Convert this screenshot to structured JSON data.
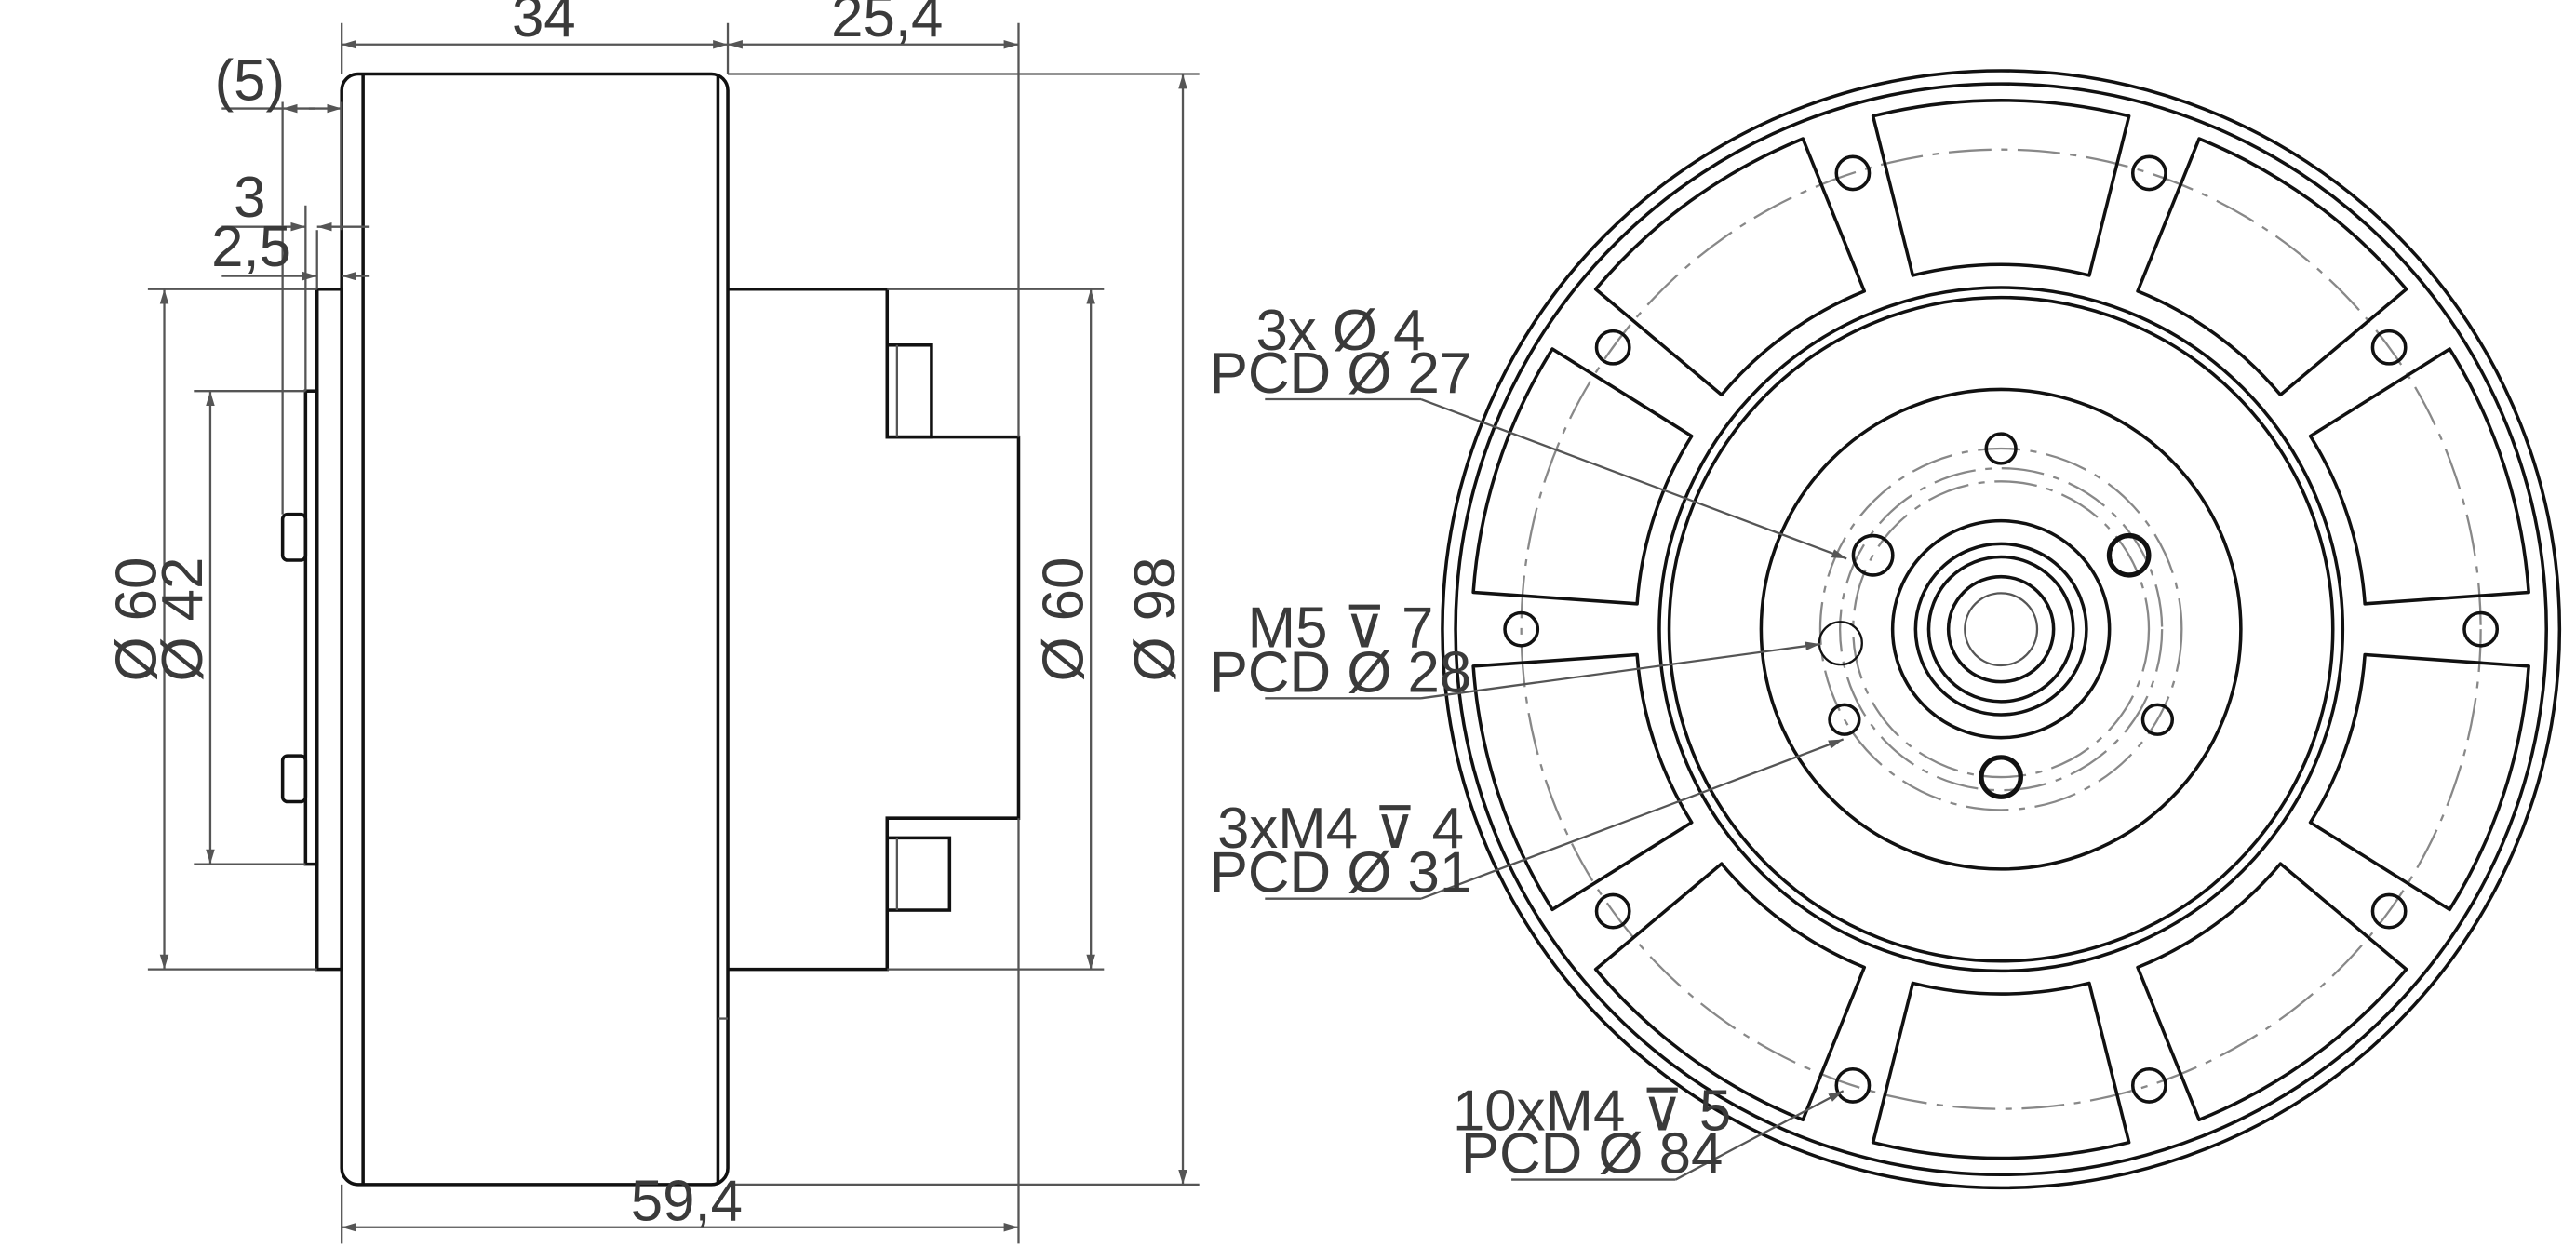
{
  "side_view": {
    "dims": {
      "d34": "34",
      "d25_4": "25,4",
      "d5": "(5)",
      "d3": "3",
      "d2_5": "2,5",
      "d60_left": "Ø 60",
      "d42": "Ø 42",
      "d60_right": "Ø 60",
      "d98": "Ø 98",
      "d59_4": "59,4"
    }
  },
  "front_view": {
    "callouts": {
      "holes_a": {
        "line1": "3x Ø 4",
        "line2": "PCD Ø 27"
      },
      "holes_b": {
        "line1": "M5 ⊽ 7",
        "line2": "PCD Ø 28"
      },
      "holes_c": {
        "line1": "3xM4 ⊽ 4",
        "line2": "PCD Ø 31"
      },
      "holes_d": {
        "line1": "10xM4 ⊽ 5",
        "line2": "PCD Ø 84"
      }
    }
  }
}
